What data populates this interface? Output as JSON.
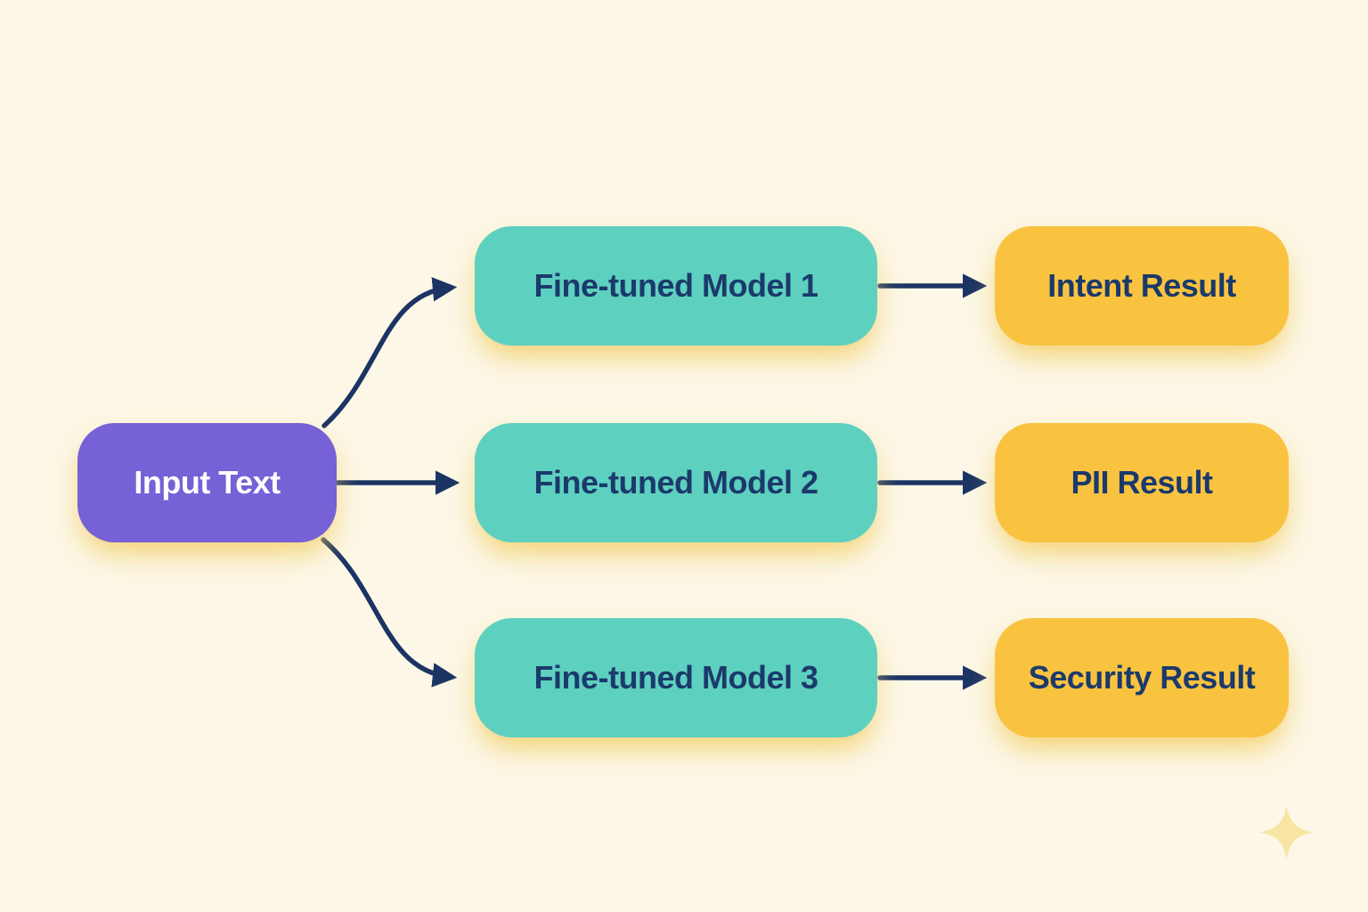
{
  "diagram": {
    "title": "fine-tuned model fan-out flow",
    "background_color": "#fcf7e6",
    "arrow_color": "#1b3464",
    "node_text_color": "#1b3a6b",
    "input_node": {
      "label": "Input Text",
      "fill_color": "#7661d6",
      "text_color": "#ffffff"
    },
    "model_nodes": [
      {
        "label": "Fine-tuned Model 1"
      },
      {
        "label": "Fine-tuned Model 2"
      },
      {
        "label": "Fine-tuned Model 3"
      }
    ],
    "model_fill_color": "#5ed0c0",
    "result_nodes": [
      {
        "label": "Intent Result"
      },
      {
        "label": "PII Result"
      },
      {
        "label": "Security Result"
      }
    ],
    "result_fill_color": "#f9c340",
    "sparkle_icon_color": "#f8e5a3"
  }
}
